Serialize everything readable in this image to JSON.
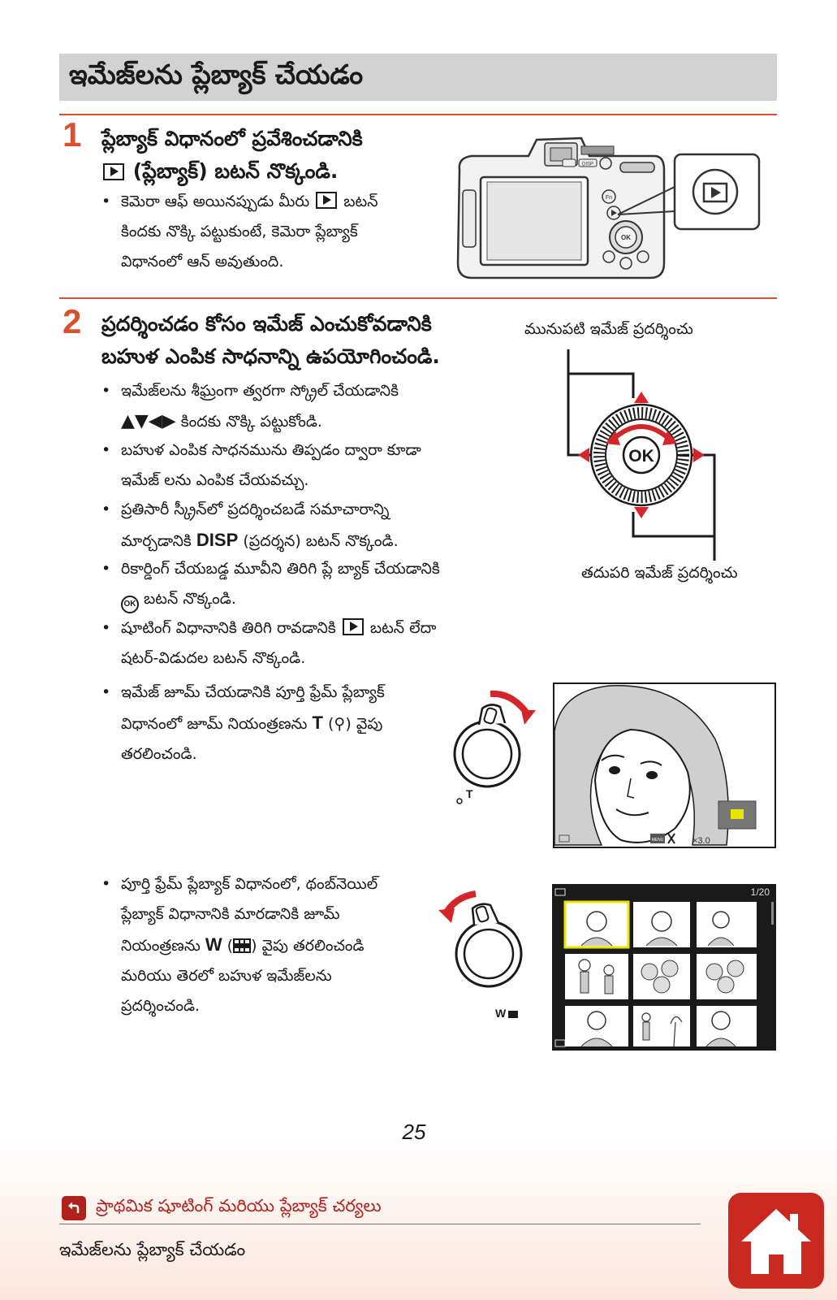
{
  "page": {
    "title": "ఇమేజ్‌లను ప్లేబ్యాక్ చేయడం",
    "page_number": "25"
  },
  "step1": {
    "number": "1",
    "heading_line1": "ప్లేబ్యాక్ విధానంలో ప్రవేశించడానికి",
    "heading_line2": "(ప్లేబ్యాక్) బటన్ నొక్కండి.",
    "bullet_a": "కెమెరా ఆఫ్ అయినప్పుడు మీరు",
    "bullet_b": "బటన్",
    "bullet_line2": "కిందకు నొక్కి పట్టుకుంటే, కెమెరా ప్లేబ్యాక్",
    "bullet_line3": "విధానంలో ఆన్ అవుతుంది."
  },
  "step2": {
    "number": "2",
    "heading_line1": "ప్రదర్శించడం కోసం ఇమేజ్ ఎంచుకోవడానికి",
    "heading_line2": "బహుళ ఎంపిక సాధనాన్ని ఉపయోగించండి.",
    "bullets": [
      {
        "line1": "ఇమేజ్‌లను శీఘ్రంగా త్వరగా స్క్రోల్ చేయడానికి",
        "line2_arrows": "▲▼◀▶",
        "line2": "కిందకు నొక్కి పట్టుకోండి."
      },
      {
        "line1": "బహుళ ఎంపిక సాధనమును తిప్పడం ద్వారా కూడా",
        "line2": "ఇమేజ్ లను ఎంపిక చేయవచ్చు."
      },
      {
        "line1": "ప్రతిసారీ స్క్రీన్‌లో ప్రదర్శించబడే సమాచారాన్ని",
        "line2_a": "మార్చడానికి",
        "line2_key": "DISP",
        "line2_b": "(ప్రదర్శన) బటన్ నొక్కండి."
      },
      {
        "line1": "రికార్డింగ్ చేయబడ్డ మూవీని తిరిగి ప్లే బ్యాక్ చేయడానికి",
        "line2_icon": "OK",
        "line2": "బటన్ నొక్కండి."
      },
      {
        "line1_a": "షూటింగ్ విధానానికి తిరిగి రావడానికి",
        "line1_b": "బటన్ లేదా",
        "line2": "షటర్-విడుదల బటన్ నొక్కండి."
      },
      {
        "line1": "ఇమేజ్ జూమ్ చేయడానికి పూర్తి ఫ్రేమ్ ప్లేబ్యాక్",
        "line2_a": "విధానంలో జూమ్ నియంత్రణను",
        "line2_key": "T",
        "line2_sym": "(⚲)",
        "line2_b": "వైపు",
        "line3": "తరలించండి."
      },
      {
        "line1": "పూర్తి ఫ్రేమ్ ప్లేబ్యాక్ విధానంలో, థంబ్‌నెయిల్",
        "line2": "ప్లేబ్యాక్ విధానానికి మారడానికి జూమ్",
        "line3_a": "నియంత్రణను",
        "line3_key": "W",
        "line3_b": "వైపు తరలించండి",
        "line4": "మరియు తెరలో బహుళ ఇమేజ్‌లను",
        "line5": "ప్రదర్శించండి."
      }
    ],
    "caption_prev": "మునుపటి ఇమేజ్ ప్రదర్శించు",
    "caption_next": "తదుపరి ఇమేజ్ ప్రదర్శించు",
    "dial_center": "OK",
    "zoom_factor": "×3.0",
    "thumb_counter": "1/20",
    "menu_tag": "MENU",
    "zoom_t": "T",
    "zoom_w": "W"
  },
  "camera": {
    "fn": "Fn",
    "disp": "DISP",
    "ok": "OK"
  },
  "footer": {
    "back_link": "ప్రాథమిక షూటింగ్ మరియు ప్లేబ్యాక్ చర్యలు",
    "subsection": "ఇమేజ్‌లను ప్లేబ్యాక్ చేయడం"
  },
  "colors": {
    "accent": "#d9502e",
    "title_bg": "#d2d2d2",
    "home_red": "#c8281e",
    "dial_red": "#d4262a"
  }
}
